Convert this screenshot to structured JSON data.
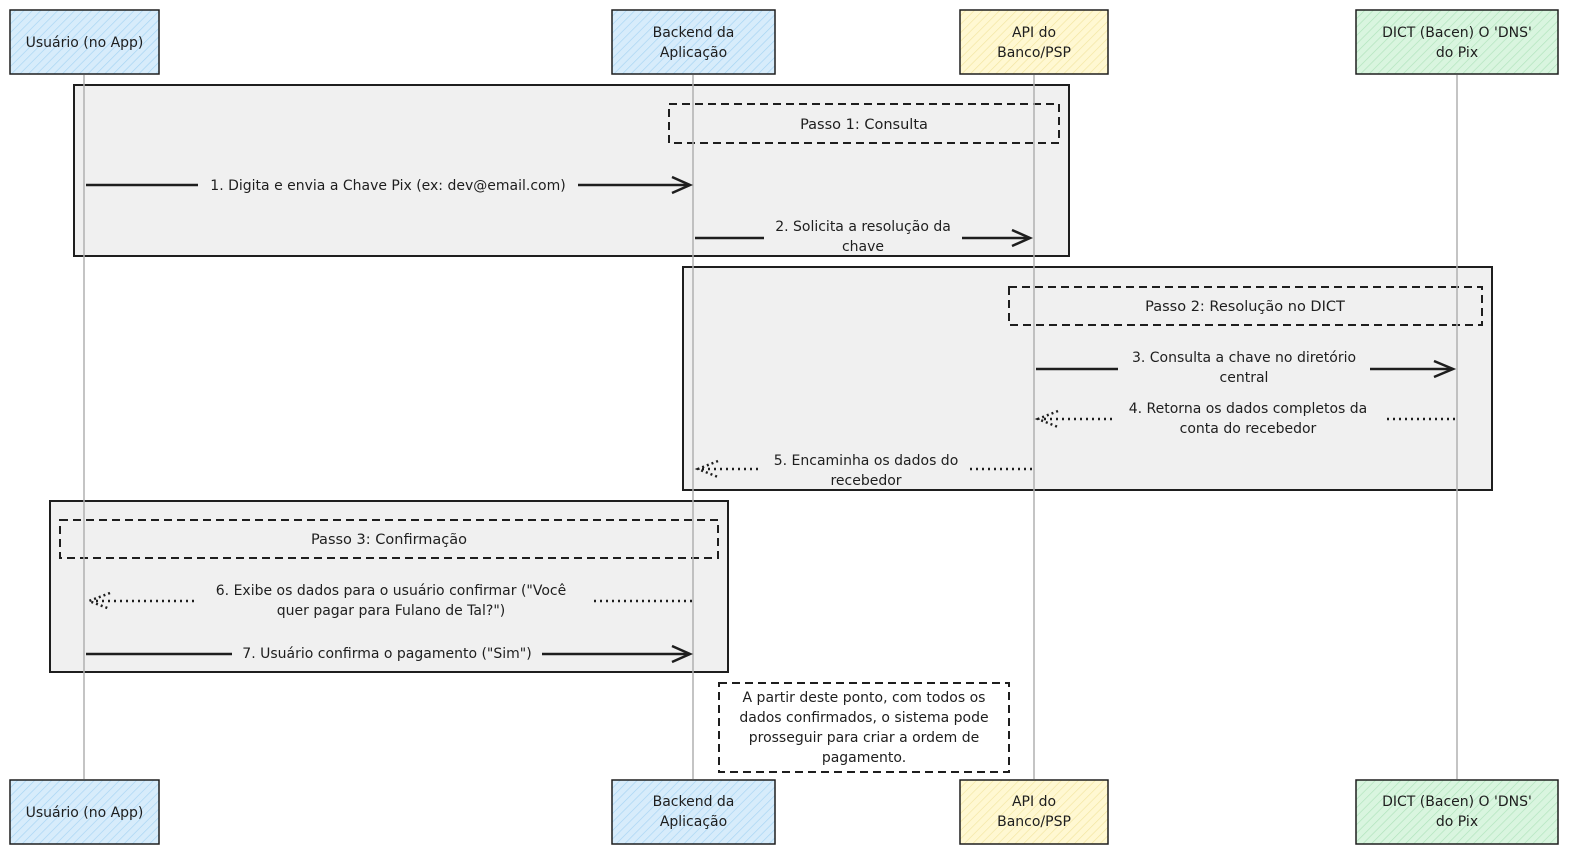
{
  "colors": {
    "stroke": "#1e1e1e",
    "lifeline": "#b0b0b0",
    "group_fill": "#f0f0f0",
    "participant_blue": "#d7ecfb",
    "participant_yellow": "#fff8d2",
    "participant_green": "#d9f5df"
  },
  "participants": [
    {
      "id": "user",
      "lines": [
        "Usuário (no App)"
      ],
      "color": "participant_blue"
    },
    {
      "id": "backend",
      "lines": [
        "Backend da",
        "Aplicação"
      ],
      "color": "participant_blue"
    },
    {
      "id": "api",
      "lines": [
        "API do",
        "Banco/PSP"
      ],
      "color": "participant_yellow"
    },
    {
      "id": "dict",
      "lines": [
        "DICT (Bacen) O 'DNS'",
        "do Pix"
      ],
      "color": "participant_green"
    }
  ],
  "steps": [
    {
      "title": "Passo 1: Consulta"
    },
    {
      "title": "Passo 2: Resolução no DICT"
    },
    {
      "title": "Passo 3: Confirmação"
    }
  ],
  "messages": [
    {
      "from": "user",
      "to": "backend",
      "style": "solid",
      "lines": [
        "1. Digita e envia a Chave Pix (ex: dev@email.com)"
      ]
    },
    {
      "from": "backend",
      "to": "api",
      "style": "solid",
      "lines": [
        "2. Solicita a resolução da",
        "chave"
      ]
    },
    {
      "from": "api",
      "to": "dict",
      "style": "solid",
      "lines": [
        "3. Consulta a chave no diretório",
        "central"
      ]
    },
    {
      "from": "dict",
      "to": "api",
      "style": "dotted",
      "lines": [
        "4. Retorna os dados completos da",
        "conta do recebedor"
      ]
    },
    {
      "from": "api",
      "to": "backend",
      "style": "dotted",
      "lines": [
        "5. Encaminha os dados do",
        "recebedor"
      ]
    },
    {
      "from": "backend",
      "to": "user",
      "style": "dotted",
      "lines": [
        "6. Exibe os dados para o usuário confirmar (\"Você",
        "quer pagar para Fulano de Tal?\")"
      ]
    },
    {
      "from": "user",
      "to": "backend",
      "style": "solid",
      "lines": [
        "7. Usuário confirma o pagamento (\"Sim\")"
      ]
    }
  ],
  "note": {
    "lines": [
      "A partir deste ponto, com todos os",
      "dados confirmados, o sistema pode",
      "prosseguir para criar a ordem de",
      "pagamento."
    ]
  }
}
